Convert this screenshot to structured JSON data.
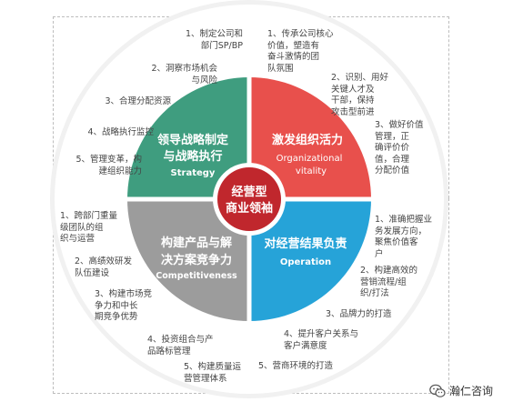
{
  "colors": {
    "green": "#3f9d7f",
    "red": "#e8504c",
    "gray": "#9c9c9c",
    "blue": "#26a3d8",
    "center": "#c0272d",
    "ring": "#e9e9e9"
  },
  "center": {
    "line1": "经营型",
    "line2": "商业领袖"
  },
  "quadrants": {
    "tl": {
      "title1": "领导战略制定",
      "title2": "与战略执行",
      "en1": "Strategy",
      "en2": ""
    },
    "tr": {
      "title1": "激发组织活力",
      "title2": "",
      "en1": "Organizational",
      "en2": "vitality"
    },
    "bl": {
      "title1": "构建产品与解",
      "title2": "决方案竞争力",
      "en1": "Competitiveness",
      "en2": ""
    },
    "br": {
      "title1": "对经营结果负责",
      "title2": "",
      "en1": "Operation",
      "en2": ""
    }
  },
  "items": {
    "tl": [
      {
        "l1": "1、制定公司和",
        "l2": "部门SP/BP"
      },
      {
        "l1": "2、洞察市场机会",
        "l2": "与风险"
      },
      {
        "l1": "3、合理分配资源",
        "l2": ""
      },
      {
        "l1": "4、战略执行监控",
        "l2": ""
      },
      {
        "l1": "5、管理变革，构",
        "l2": "建组织能力"
      }
    ],
    "tr": [
      {
        "l1": "1、传承公司核心",
        "l2": "价值，塑造有",
        "l3": "奋斗激情的团",
        "l4": "队氛围"
      },
      {
        "l1": "2、识别、用好",
        "l2": "关键人才及",
        "l3": "干部，保持",
        "l4": "攻击型前进"
      },
      {
        "l1": "3、做好价值",
        "l2": "管理，正",
        "l3": "确评价价",
        "l4": "值，合理",
        "l5": "分配价值"
      }
    ],
    "bl": [
      {
        "l1": "1、跨部门重量",
        "l2": "级团队的组",
        "l3": "织与运营"
      },
      {
        "l1": "2、高绩效研发",
        "l2": "队伍建设",
        "l3": ""
      },
      {
        "l1": "3、构建市场竞",
        "l2": "争力和中长",
        "l3": "期竞争优势"
      },
      {
        "l1": "4、投资组合与产",
        "l2": "品路标管理",
        "l3": ""
      },
      {
        "l1": "5、构建质量运",
        "l2": "营管理体系",
        "l3": ""
      }
    ],
    "br": [
      {
        "l1": "1、准确把握业",
        "l2": "务发展方向，",
        "l3": "聚焦价值客",
        "l4": "户"
      },
      {
        "l1": "2、构建高效的",
        "l2": "营销流程/组",
        "l3": "织/打法",
        "l4": ""
      },
      {
        "l1": "3、品牌力的打造",
        "l2": "",
        "l3": "",
        "l4": ""
      },
      {
        "l1": "4、提升客户关系与",
        "l2": "客户满意度",
        "l3": "",
        "l4": ""
      },
      {
        "l1": "5、营商环境的打造",
        "l2": "",
        "l3": "",
        "l4": ""
      }
    ]
  },
  "watermark": {
    "text": "瀚仁咨询",
    "icon": "wechat-icon"
  }
}
